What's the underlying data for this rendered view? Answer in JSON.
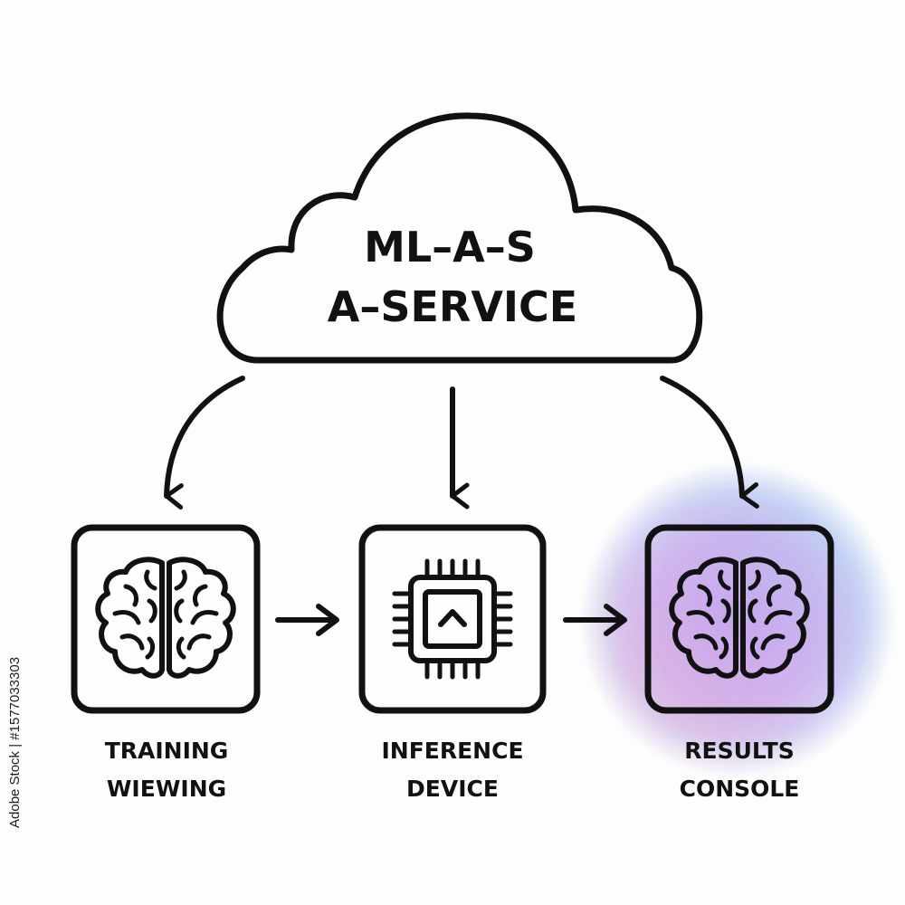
{
  "cloud": {
    "title_line1": "ML–A–S",
    "title_line2": "A–SERVICE"
  },
  "nodes": [
    {
      "id": "training",
      "icon": "brain-icon",
      "line1": "TRAINING",
      "line2": "WIEWING"
    },
    {
      "id": "inference",
      "icon": "chip-icon",
      "line1": "INFERENCE",
      "line2": "DEVICE"
    },
    {
      "id": "results",
      "icon": "brain-icon",
      "line1": "RESULTS",
      "line2": "CONSOLE",
      "highlighted": true
    }
  ],
  "watermark": "Adobe Stock | #1577033303",
  "colors": {
    "stroke": "#111111",
    "glow_pink": "#f2a3c7",
    "glow_purple": "#b79be8",
    "glow_blue": "#9fd0f2"
  }
}
